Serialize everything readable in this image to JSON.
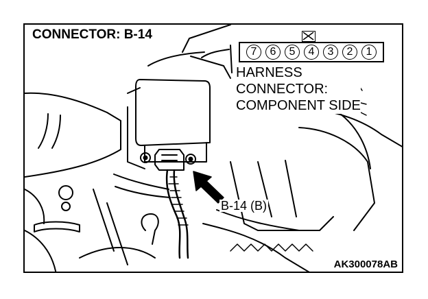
{
  "diagram": {
    "title": "CONNECTOR: B-14",
    "harness_label_lines": [
      "HARNESS",
      "CONNECTOR:",
      "COMPONENT SIDE"
    ],
    "connector_pins": [
      "7",
      "6",
      "5",
      "4",
      "3",
      "2",
      "1"
    ],
    "callout": "B-14 (B)",
    "figure_code": "AK300078AB"
  }
}
